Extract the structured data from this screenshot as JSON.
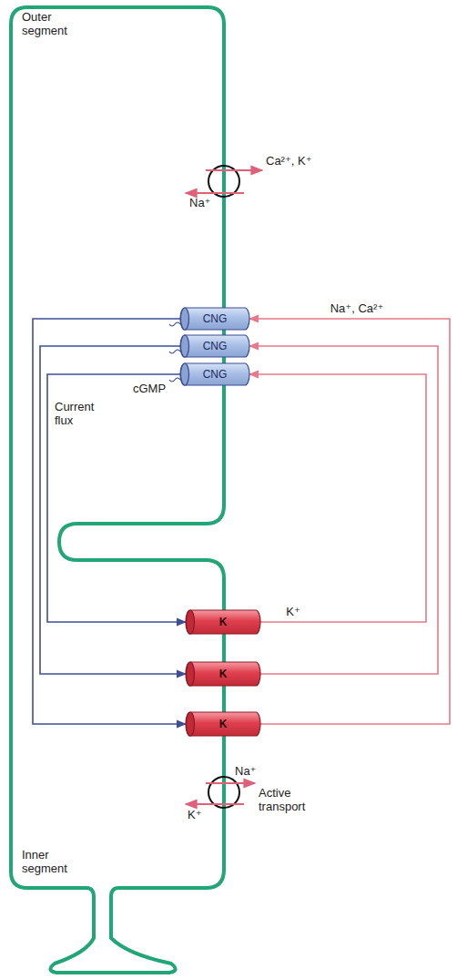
{
  "diagram": {
    "nodes": [
      {
        "text": [
          "CNG"
        ]
      },
      {
        "text": [
          "CNG"
        ]
      },
      {
        "text": [
          "CNG"
        ]
      },
      {
        "text": [
          "K"
        ]
      },
      {
        "text": [
          "K"
        ]
      },
      {
        "text": [
          "K"
        ]
      }
    ],
    "edges": [
      {
        "from": 0,
        "to": 5,
        "arrow": "to"
      },
      {
        "from": 1,
        "to": 4,
        "arrow": "to"
      },
      {
        "from": 2,
        "to": 3,
        "arrow": "to"
      },
      {
        "from": 5,
        "to": 0,
        "label": "Na⁺, Ca²⁺",
        "arrow": "to"
      },
      {
        "from": 4,
        "to": 1,
        "arrow": "to"
      },
      {
        "from": 3,
        "to": 2,
        "label": "K⁺",
        "arrow": "to"
      }
    ],
    "labels": [
      "Outer segment",
      "Ca²⁺, K⁺",
      "Na⁺",
      "cGMP",
      "Current flux",
      "Na⁺",
      "Active transport",
      "K⁺",
      "Inner segment"
    ]
  }
}
